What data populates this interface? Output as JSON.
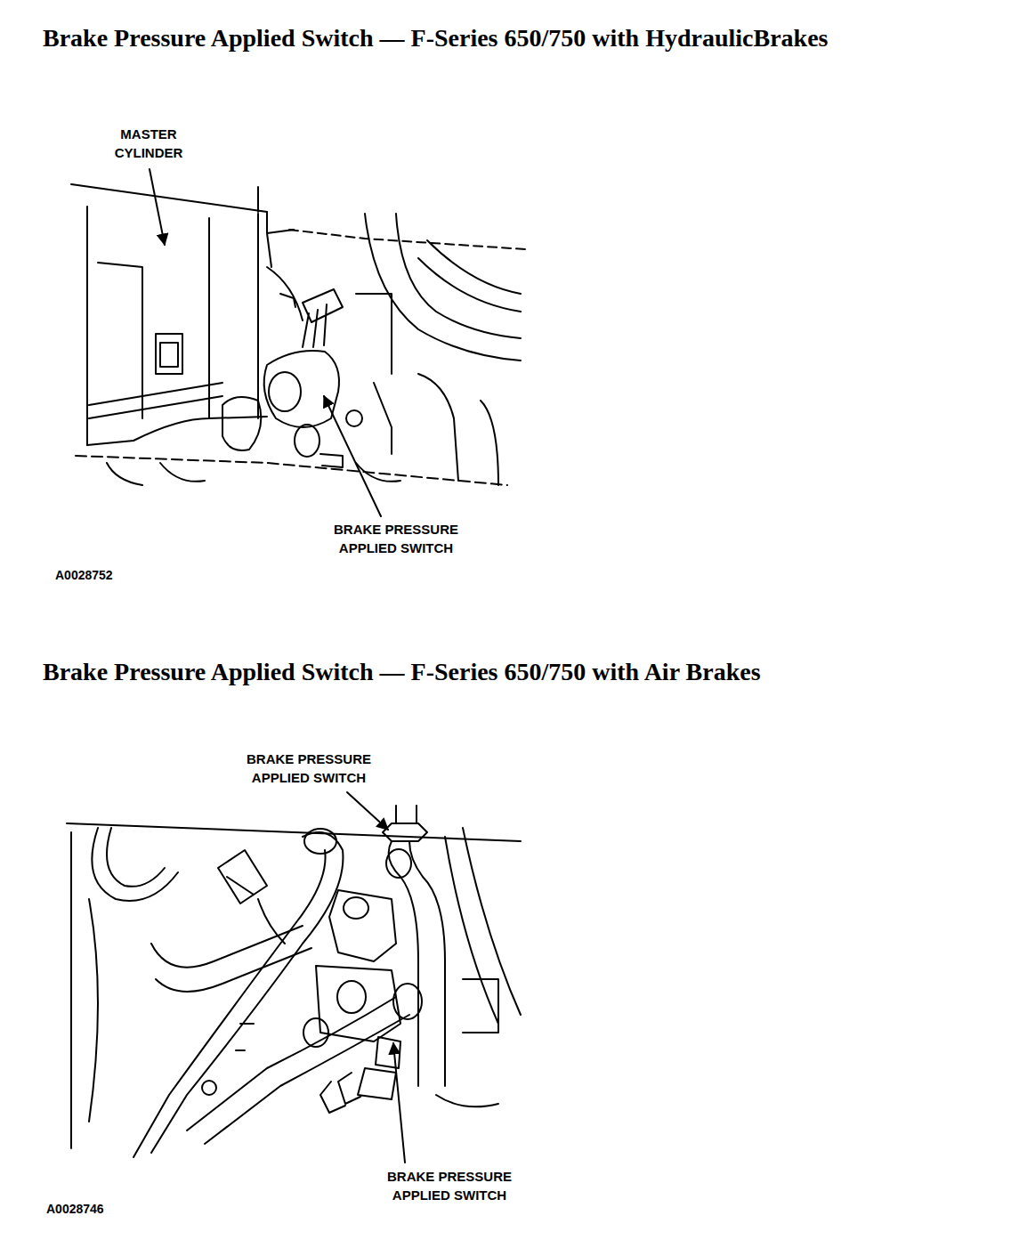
{
  "diagram": {
    "title": "Brake Pressure Applied Switch — F-Series 650/750 with HydraulicBrakes",
    "labels": [
      "Brake Pressure Applied Switch — F-Series 650/750 with Air Brakes",
      "MASTER CYLINDER",
      "BRAKE PRESSURE APPLIED SWITCH",
      "A0028752",
      "BRAKE PRESSURE APPLIED SWITCH",
      "BRAKE PRESSURE APPLIED SWITCH",
      "A0028746"
    ]
  }
}
